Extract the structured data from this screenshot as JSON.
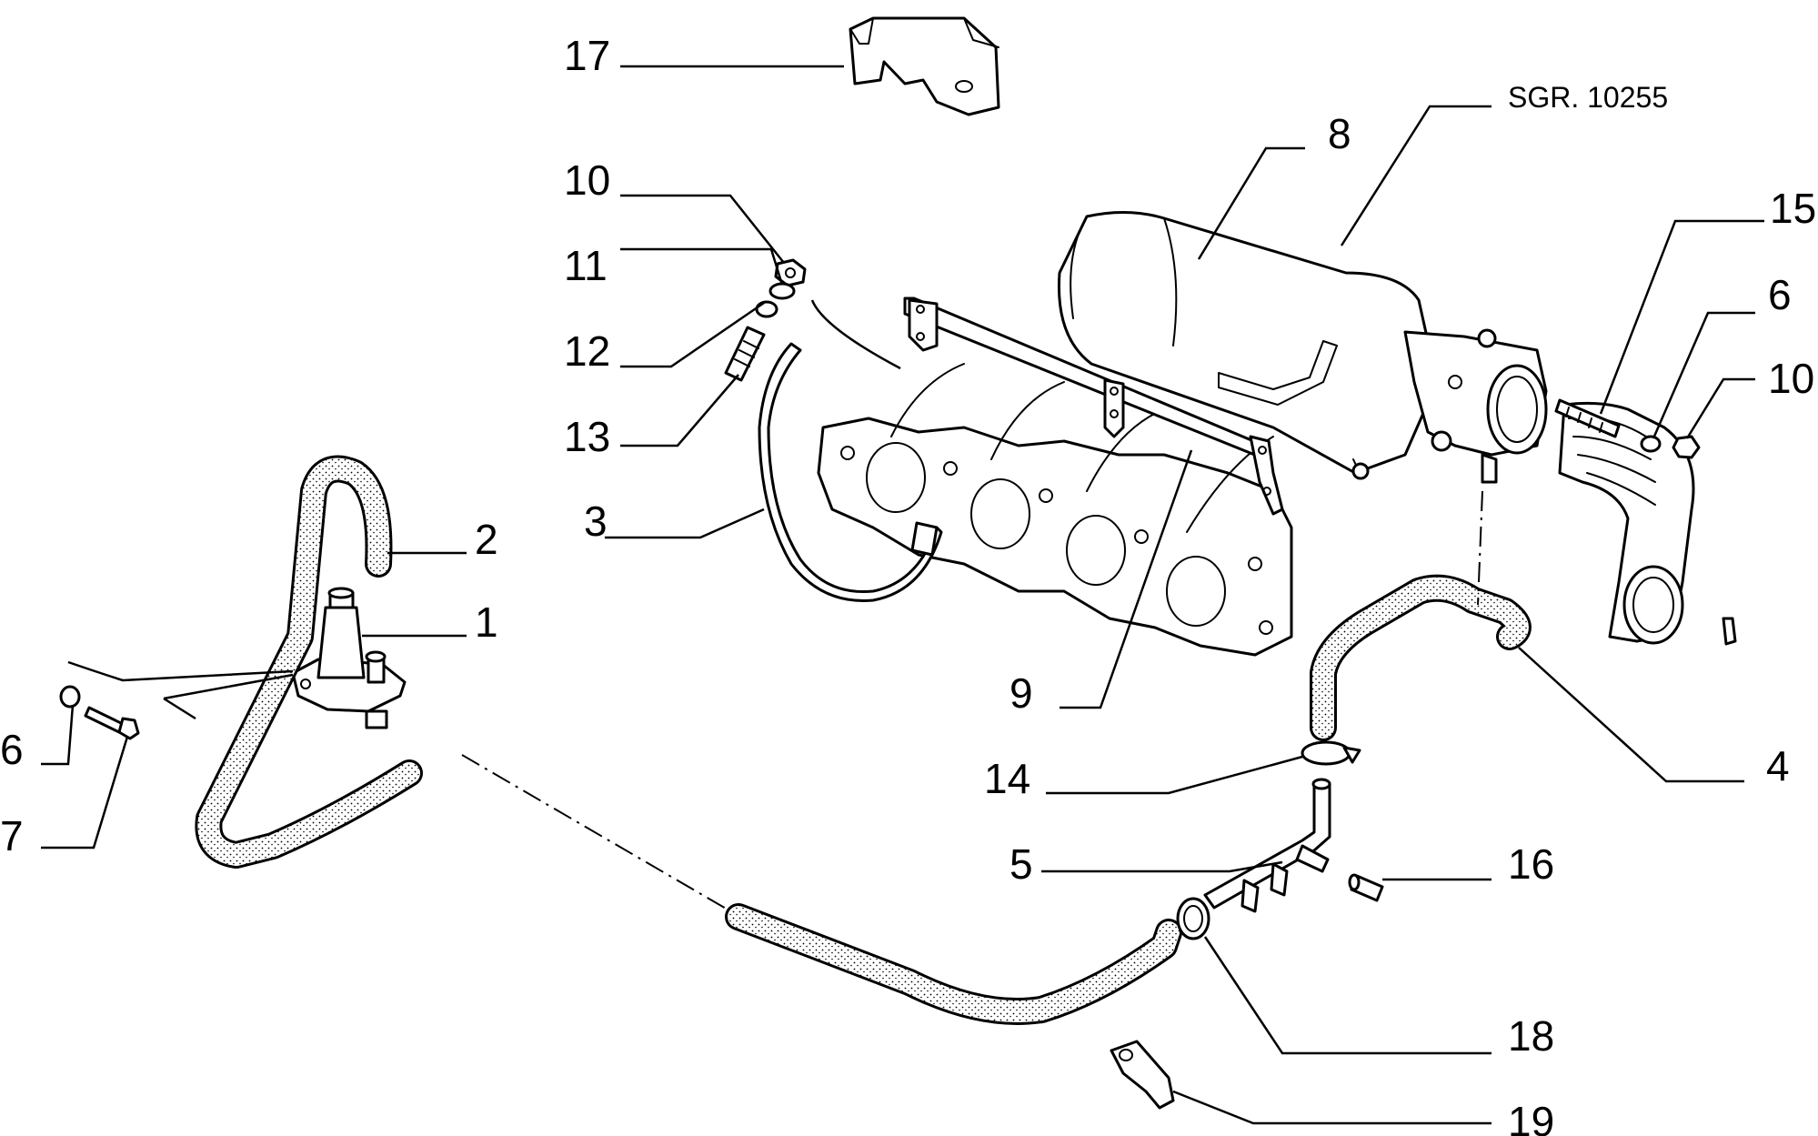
{
  "reference": "SGR. 10255",
  "callouts": [
    {
      "id": "c17",
      "text": "17"
    },
    {
      "id": "c10a",
      "text": "10"
    },
    {
      "id": "c11",
      "text": "11"
    },
    {
      "id": "c12",
      "text": "12"
    },
    {
      "id": "c13",
      "text": "13"
    },
    {
      "id": "c8",
      "text": "8"
    },
    {
      "id": "c15",
      "text": "15"
    },
    {
      "id": "c6a",
      "text": "6"
    },
    {
      "id": "c10b",
      "text": "10"
    },
    {
      "id": "c2",
      "text": "2"
    },
    {
      "id": "c1",
      "text": "1"
    },
    {
      "id": "c3",
      "text": "3"
    },
    {
      "id": "c9",
      "text": "9"
    },
    {
      "id": "c6b",
      "text": "6"
    },
    {
      "id": "c7",
      "text": "7"
    },
    {
      "id": "c4",
      "text": "4"
    },
    {
      "id": "c14",
      "text": "14"
    },
    {
      "id": "c5",
      "text": "5"
    },
    {
      "id": "c16",
      "text": "16"
    },
    {
      "id": "c18",
      "text": "18"
    },
    {
      "id": "c19",
      "text": "19"
    }
  ]
}
